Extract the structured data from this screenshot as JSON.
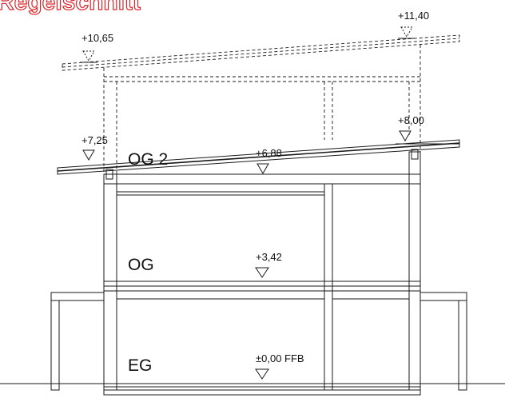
{
  "title": "Regelschnitt",
  "colors": {
    "accent": "#d9262c",
    "line": "#1a1a1a"
  },
  "levels": {
    "roof_left": "+10,65",
    "roof_right": "+11,40",
    "roof2_left": "+7,25",
    "roof2_right": "+8,00",
    "og2": "+6,88",
    "og": "+3,42",
    "eg": "±0,00 FFB"
  },
  "floors": {
    "og2": "OG 2",
    "og": "OG",
    "eg": "EG"
  }
}
